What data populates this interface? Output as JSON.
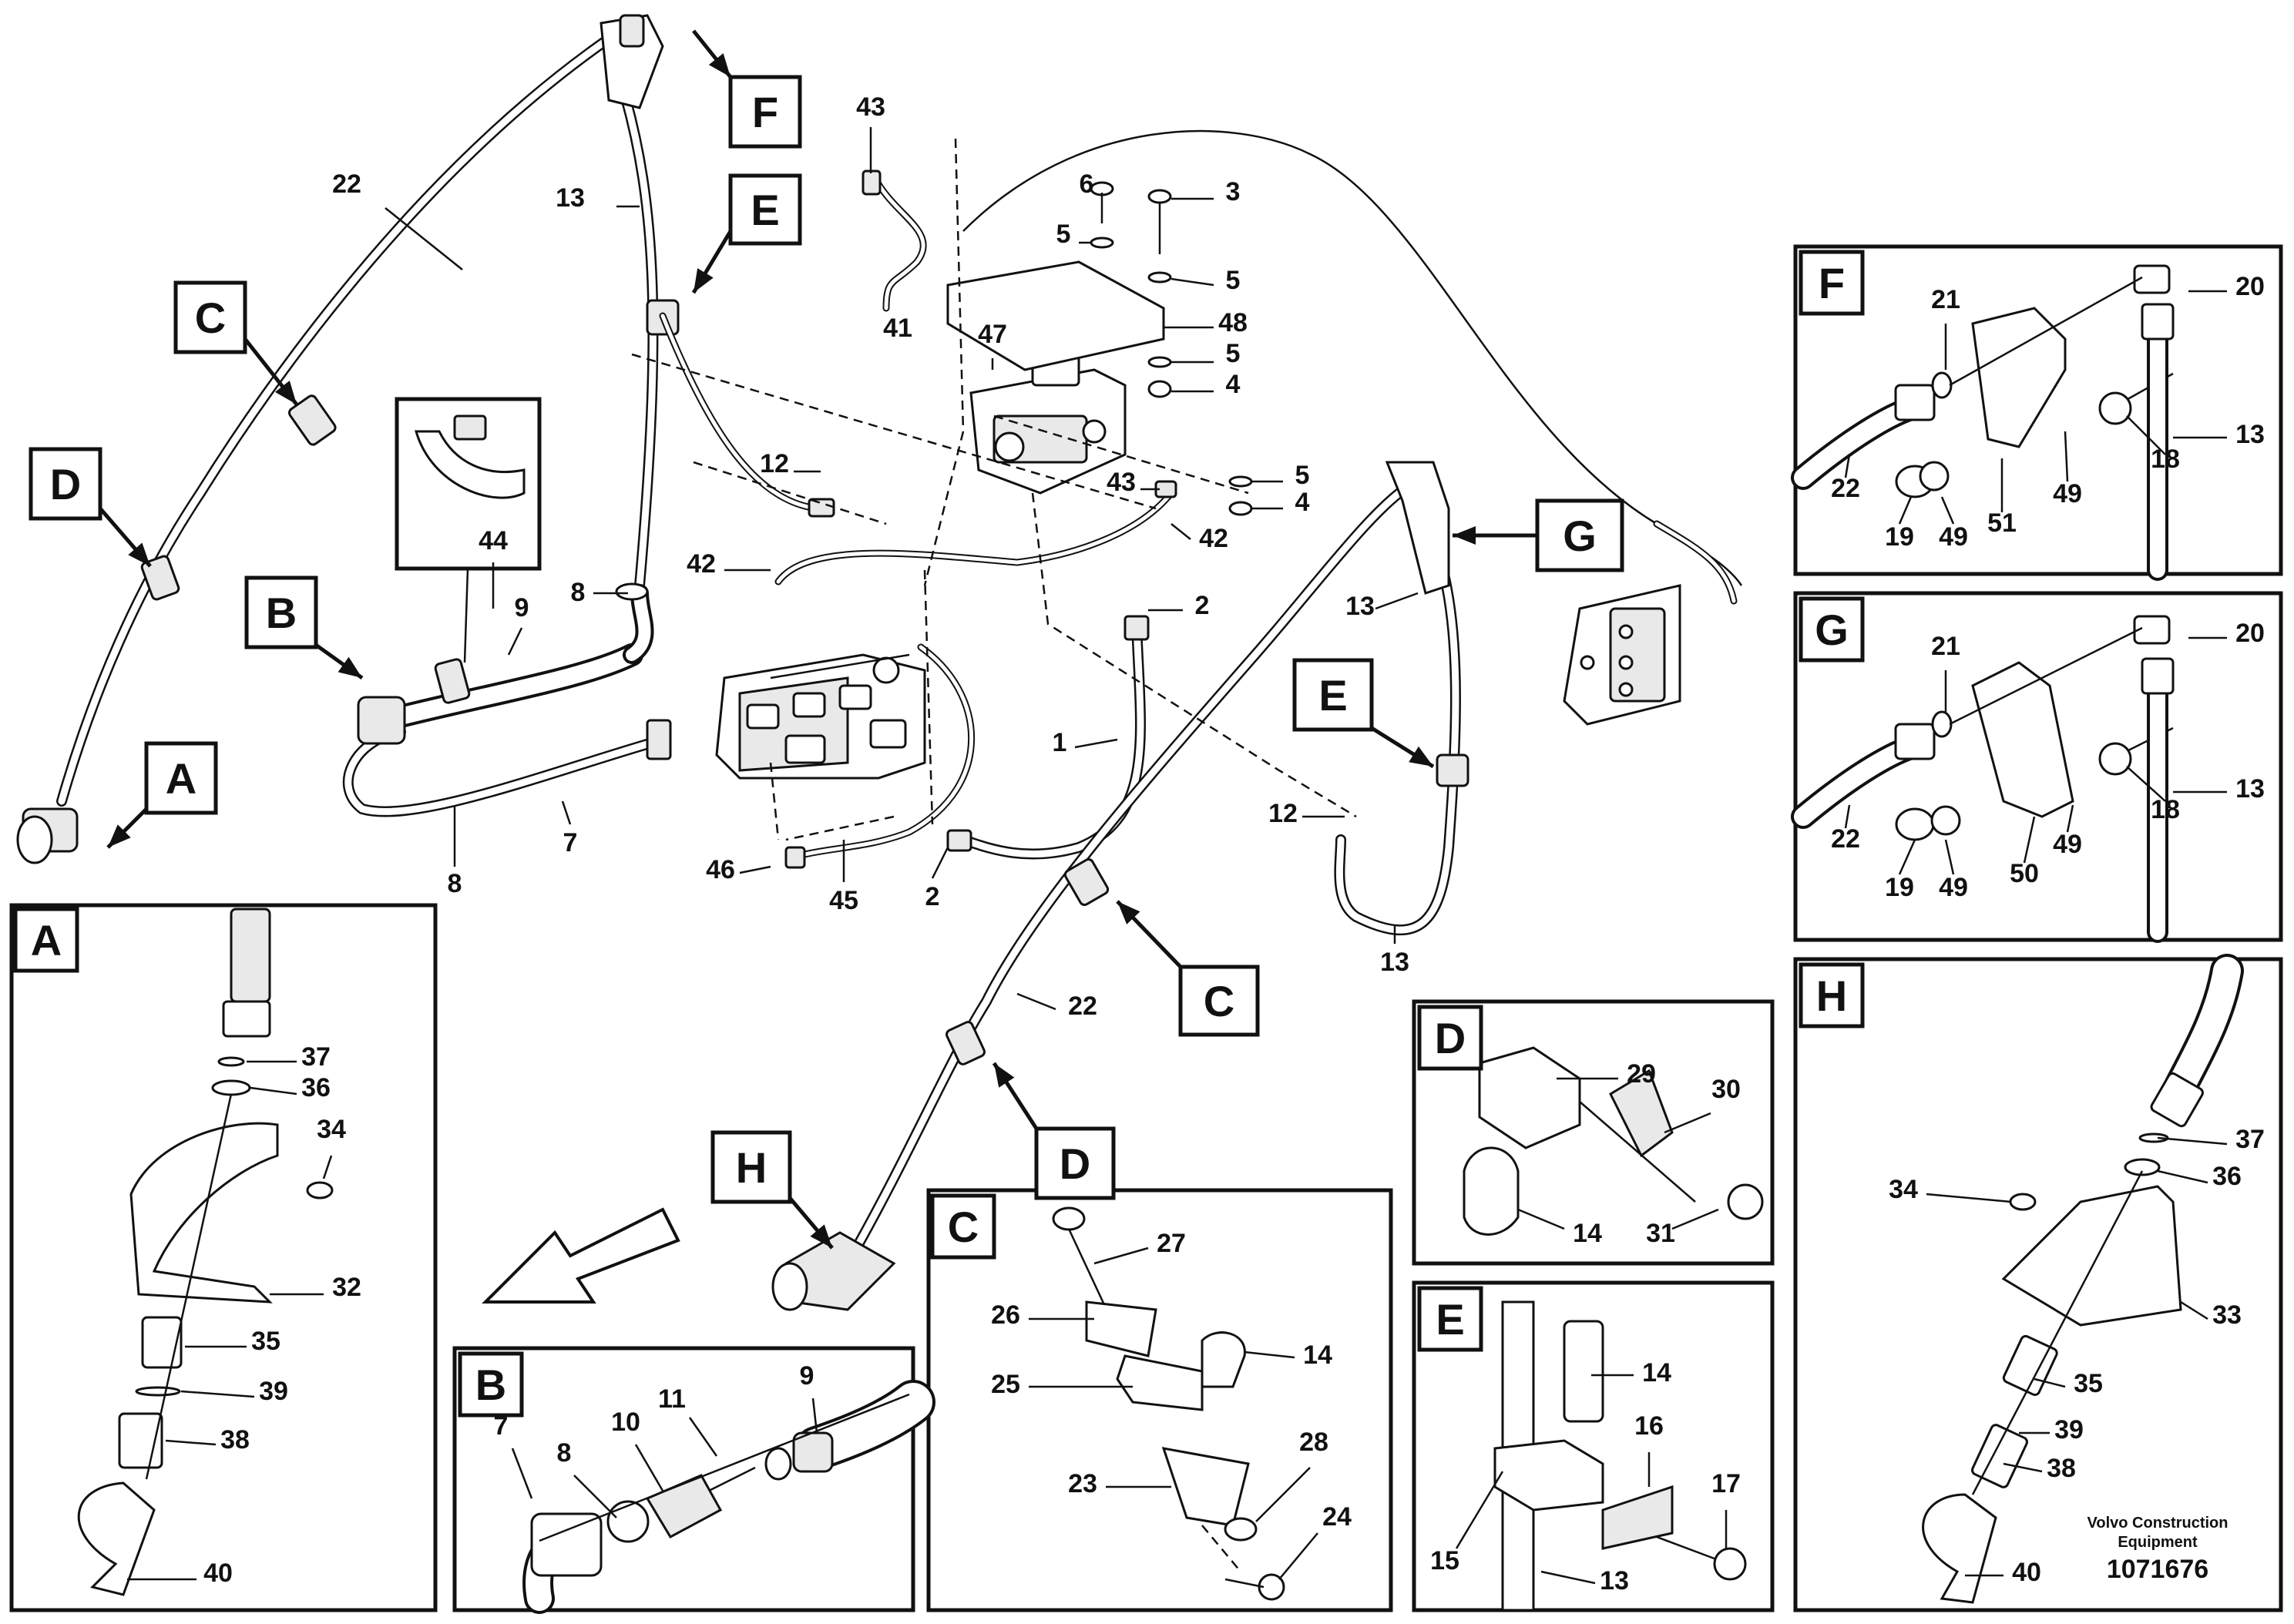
{
  "callout_letters": [
    "A",
    "B",
    "C",
    "D",
    "E",
    "F",
    "G",
    "H"
  ],
  "part_numbers": [
    "1",
    "2",
    "3",
    "4",
    "5",
    "6",
    "7",
    "8",
    "9",
    "10",
    "11",
    "12",
    "13",
    "14",
    "15",
    "16",
    "17",
    "18",
    "19",
    "20",
    "21",
    "22",
    "23",
    "24",
    "25",
    "26",
    "27",
    "28",
    "29",
    "30",
    "31",
    "32",
    "33",
    "34",
    "35",
    "36",
    "37",
    "38",
    "39",
    "40",
    "41",
    "42",
    "43",
    "44",
    "45",
    "46",
    "47",
    "48",
    "49",
    "50",
    "51"
  ],
  "brand": {
    "line1": "Volvo Construction",
    "line2": "Equipment"
  },
  "document_number": "1071676"
}
